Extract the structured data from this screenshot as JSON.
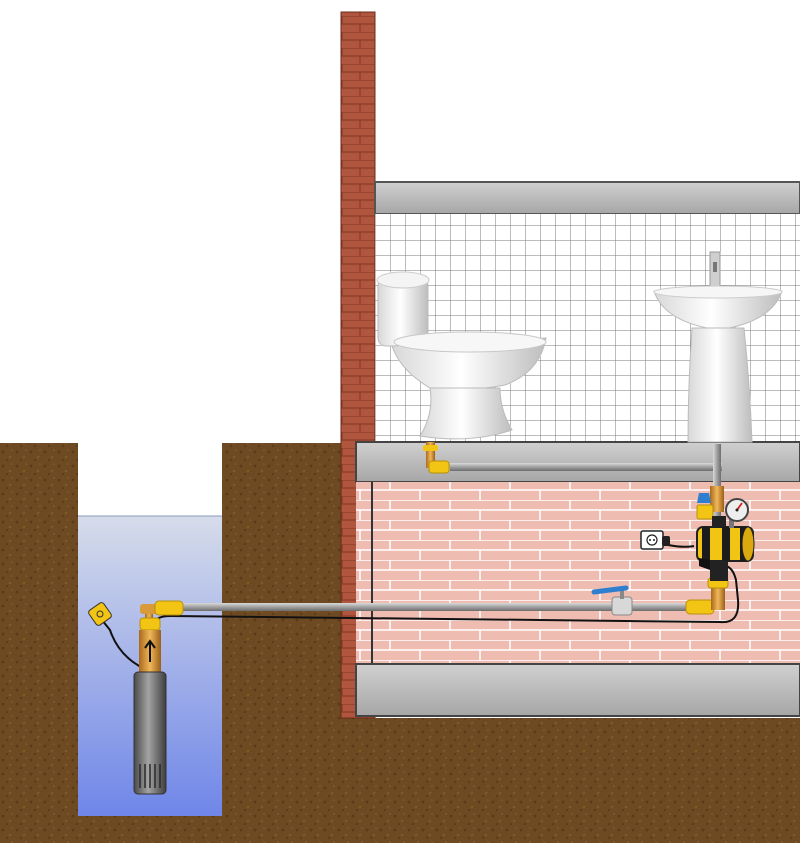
{
  "diagram": {
    "components": [
      {
        "id": "submersible-pump",
        "icon": "submersible-pump-icon"
      },
      {
        "id": "float-switch",
        "icon": "float-switch-icon"
      },
      {
        "id": "well-water",
        "icon": "water-icon"
      },
      {
        "id": "supply-pipe",
        "icon": "pipe-icon"
      },
      {
        "id": "ball-valve",
        "icon": "valve-icon"
      },
      {
        "id": "check-valve-union",
        "icon": "union-icon"
      },
      {
        "id": "pressure-controller",
        "icon": "pressure-controller-icon"
      },
      {
        "id": "pressure-gauge",
        "icon": "gauge-icon"
      },
      {
        "id": "electrical-outlet",
        "icon": "outlet-icon"
      },
      {
        "id": "toilet",
        "icon": "toilet-icon"
      },
      {
        "id": "washbasin",
        "icon": "washbasin-icon"
      },
      {
        "id": "brick-wall",
        "icon": "brick-wall-icon"
      }
    ],
    "colors": {
      "soil": "#6e4a22",
      "soil_dark": "#523515",
      "well_water_top": "#d6dcea",
      "well_water_bottom": "#6f86e8",
      "brick_outer": "#b0553e",
      "brick_inner": "#efbcb2",
      "slab_gray": "#b9b9b9",
      "tile": "#ffffff",
      "pipe": "#a8a8a8",
      "brass": "#d89a3a",
      "fitting_yellow": "#f2c413",
      "valve_blue": "#2f7fd0",
      "cable": "#111111",
      "pump_body": "#6a6a6a"
    }
  }
}
